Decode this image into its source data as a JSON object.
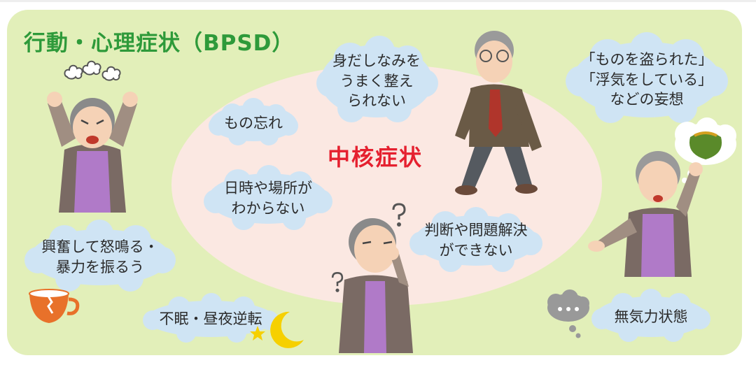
{
  "title": "行動・心理症状（BPSD）",
  "core_label": "中核症状",
  "core_symptoms": [
    "もの忘れ",
    "身だしなみを\nうまく整え\nられない",
    "日時や場所が\nわからない",
    "判断や問題解決\nができない"
  ],
  "bpsd_symptoms": [
    "「ものを盗られた」\n「浮気をしている」\nなどの妄想",
    "興奮して怒鳴る・\n暴力を振るう",
    "不眠・昼夜逆転",
    "無気力状態"
  ],
  "colors": {
    "background_panel": "#e2efb9",
    "core_area": "#fbe8e2",
    "cloud": "#cfe4f4",
    "title_green": "#2e9a3a",
    "core_red": "#e5202f"
  },
  "icons": [
    "angry-steam-icon",
    "broken-teacup-icon",
    "moon-star-icon",
    "thought-bubble-dots-icon",
    "purse-thought-icon",
    "question-mark-icon"
  ]
}
